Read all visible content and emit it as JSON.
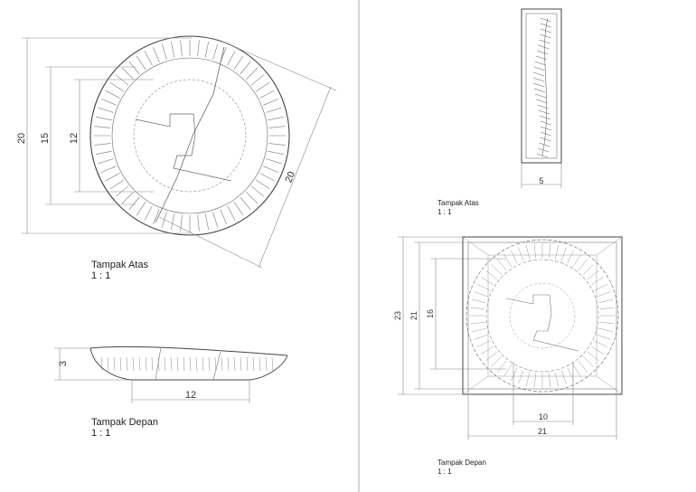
{
  "sheet": {
    "left": {
      "plate_top_view": {
        "label": "Tampak Atas",
        "scale": "1 : 1",
        "dims": {
          "outer": "20",
          "rim_inner": "15",
          "foot": "12",
          "diag": "20"
        }
      },
      "plate_front_view": {
        "label": "Tampak Depan",
        "scale": "1 : 1",
        "dims": {
          "height": "3",
          "foot_width": "12"
        }
      }
    },
    "right": {
      "box_top_view": {
        "label": "Tampak Atas",
        "scale": "1 : 1",
        "dims": {
          "depth": "5"
        }
      },
      "box_front_view": {
        "label": "Tampak Depan",
        "scale": "1 : 1",
        "dims": {
          "outer_h": "23",
          "inner_h": "21",
          "opening_h": "16",
          "opening_w": "10",
          "inner_w": "21"
        }
      }
    }
  }
}
